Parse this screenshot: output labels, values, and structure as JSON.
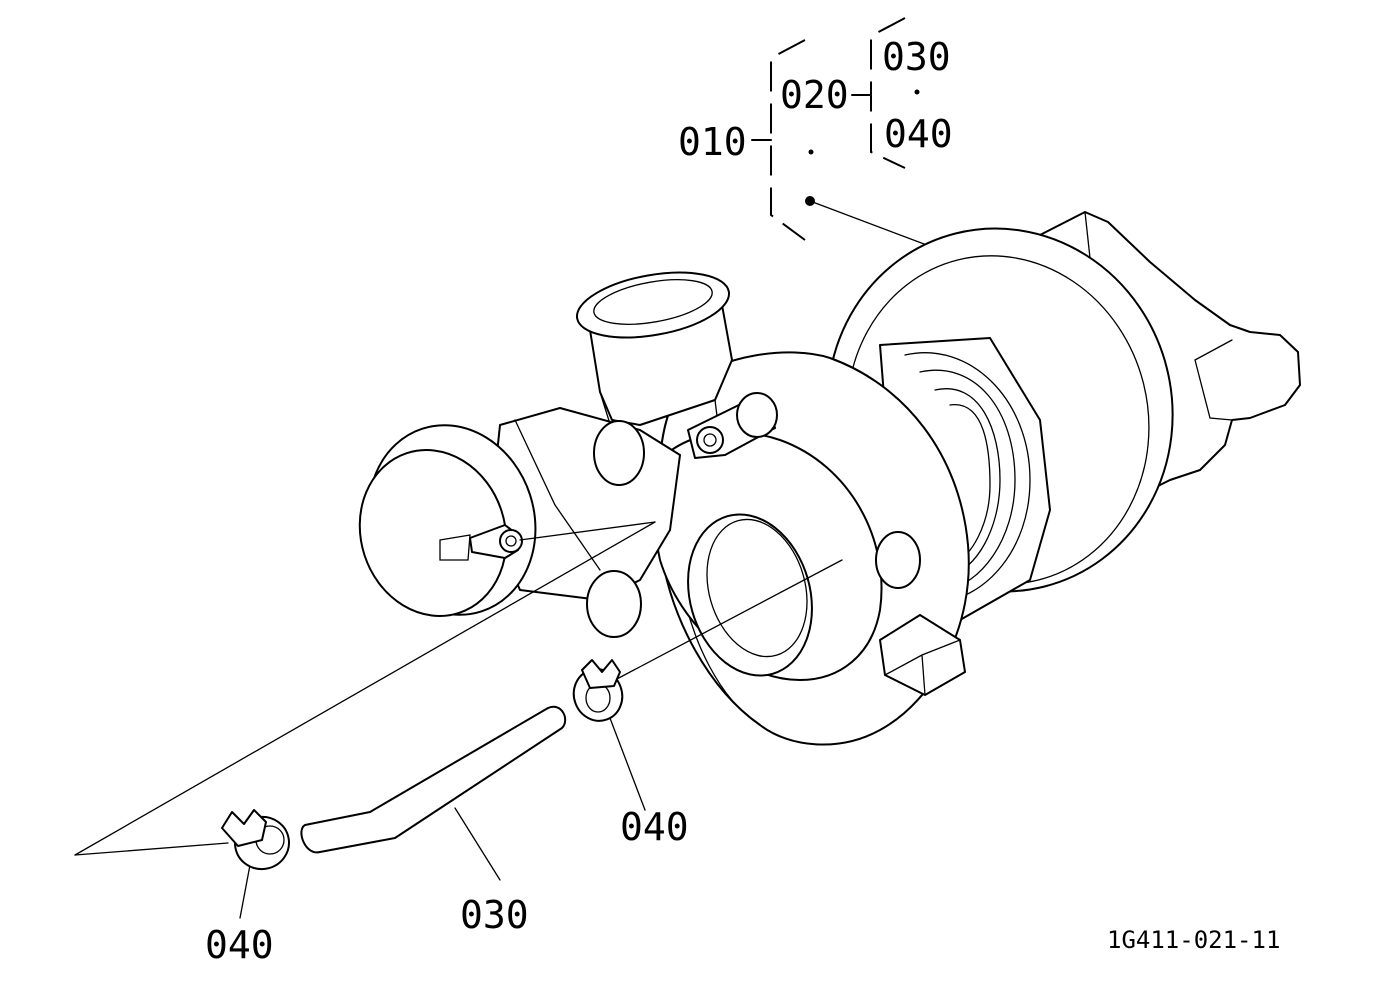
{
  "callouts": {
    "assembly": "010",
    "sub_assembly": "020",
    "bracket_top": "030",
    "bracket_bottom": "040",
    "hose": "030",
    "clamp_right": "040",
    "clamp_left": "040"
  },
  "drawing_code": "1G411-021-11"
}
